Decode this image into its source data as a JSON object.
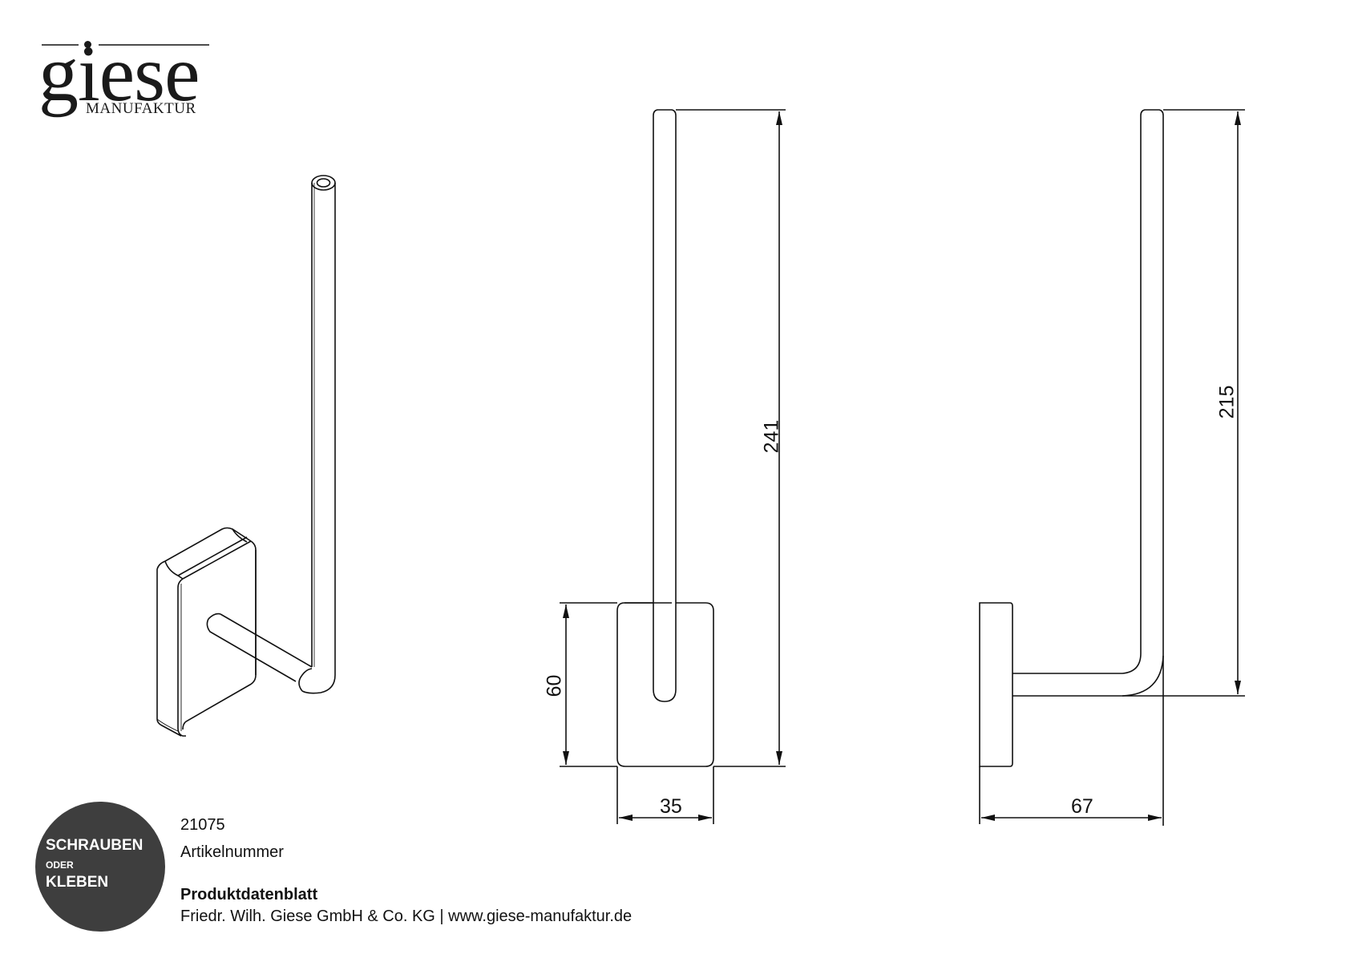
{
  "logo": {
    "wordmark": "giese",
    "subtitle": "MANUFAKTUR"
  },
  "badge": {
    "line1": "SCHRAUBEN",
    "line2": "ODER",
    "line3": "KLEBEN",
    "color": "#3e3e3e"
  },
  "info": {
    "article_number": "21075",
    "article_label": "Artikelnummer",
    "doc_title": "Produktdatenblatt",
    "company_line": "Friedr. Wilh. Giese GmbH & Co. KG | www.giese-manufaktur.de"
  },
  "dimensions": {
    "front_height": "241",
    "plate_height": "60",
    "plate_width": "35",
    "side_height": "215",
    "side_depth": "67"
  },
  "views": [
    "isometric",
    "front",
    "side"
  ]
}
